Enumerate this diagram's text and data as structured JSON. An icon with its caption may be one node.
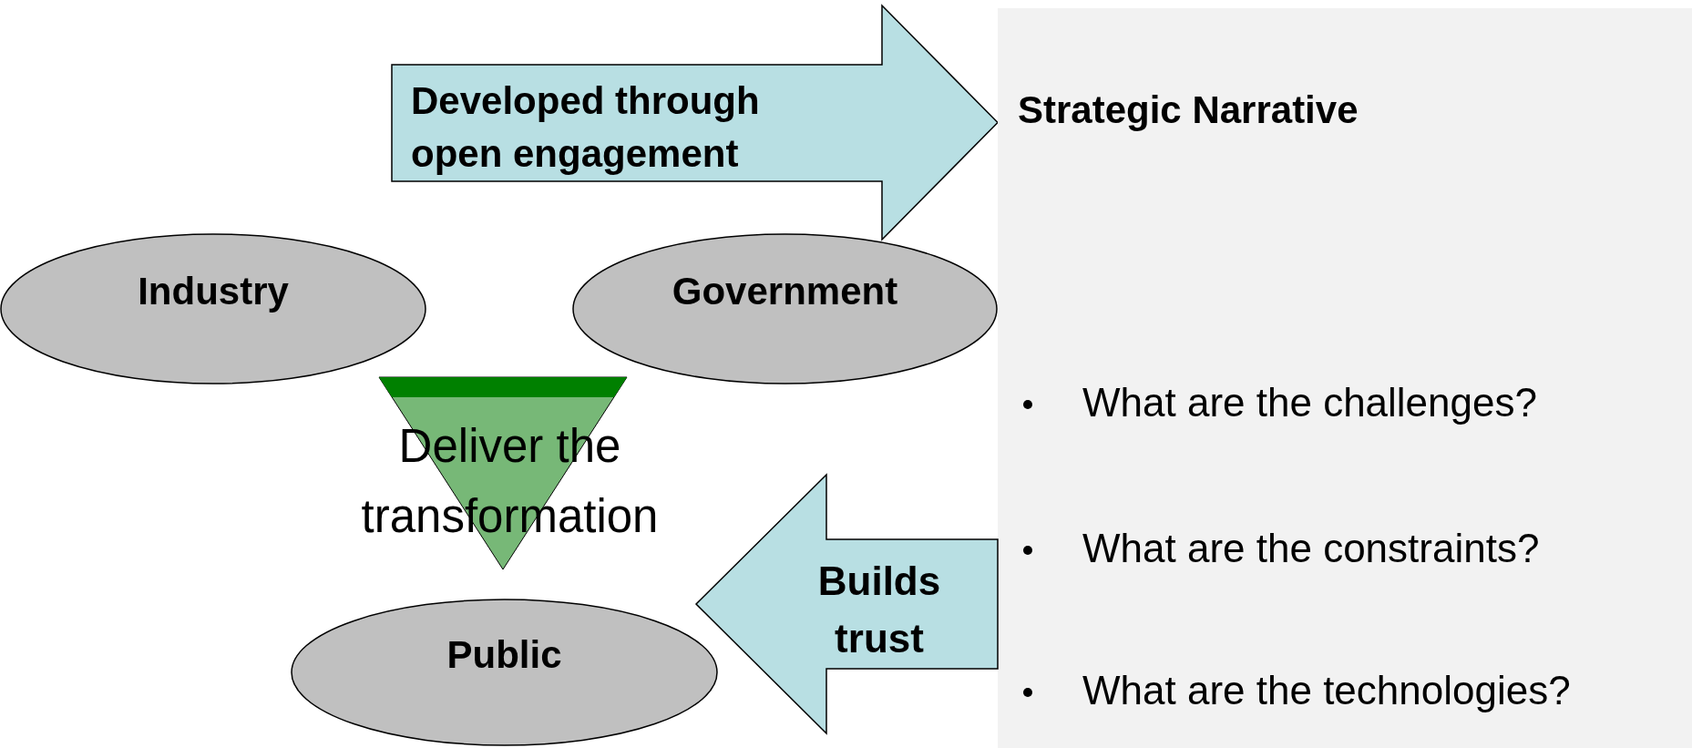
{
  "diagram": {
    "nodes": [
      {
        "text": [
          "Developed through open engagement"
        ]
      },
      {
        "text": [
          "Strategic Narrative",
          "What are the challenges?",
          "What are the constraints?",
          "What are the technologies?"
        ]
      },
      {
        "text": [
          "Industry"
        ]
      },
      {
        "text": [
          "Government"
        ]
      },
      {
        "text": [
          "Deliver the transformation"
        ]
      },
      {
        "text": [
          "Builds trust"
        ]
      },
      {
        "text": [
          "Public"
        ]
      }
    ]
  }
}
